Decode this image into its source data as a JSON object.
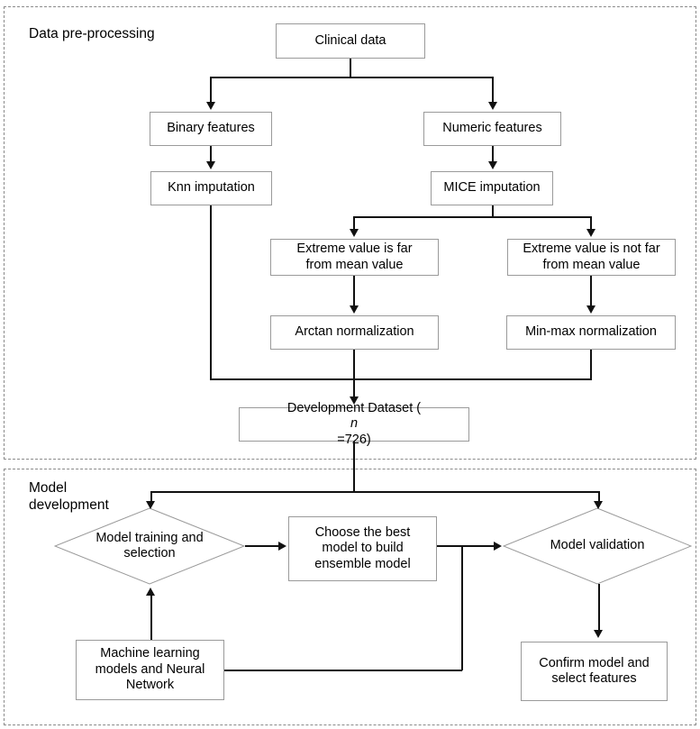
{
  "figure": {
    "type": "flowchart",
    "panels": [
      {
        "id": "pre",
        "title": "Data pre-processing"
      },
      {
        "id": "dev",
        "title": "Model\ndevelopment"
      }
    ]
  },
  "nodes": {
    "clinical_data": "Clinical data",
    "binary_features": "Binary features",
    "numeric_features": "Numeric features",
    "knn_imputation": "Knn imputation",
    "mice_imputation": "MICE imputation",
    "extreme_far": "Extreme value is far\nfrom mean value",
    "extreme_not_far": "Extreme value is not far\nfrom mean value",
    "arctan_norm": "Arctan normalization",
    "minmax_norm": "Min-max normalization",
    "development_dataset_prefix": "Development Dataset (",
    "development_dataset_italic": "n",
    "development_dataset_suffix": "=726)",
    "model_training": "Model training and\nselection",
    "choose_best_model": "Choose the best\nmodel to build\nensemble model",
    "model_validation": "Model validation",
    "ml_models": "Machine learning\nmodels and Neural\nNetwork",
    "confirm_model": "Confirm model and\nselect features"
  },
  "colors": {
    "line": "#111111",
    "box_border": "#9a9a9a",
    "panel_border": "#8a8a8a",
    "background": "#ffffff",
    "text": "#000000"
  }
}
